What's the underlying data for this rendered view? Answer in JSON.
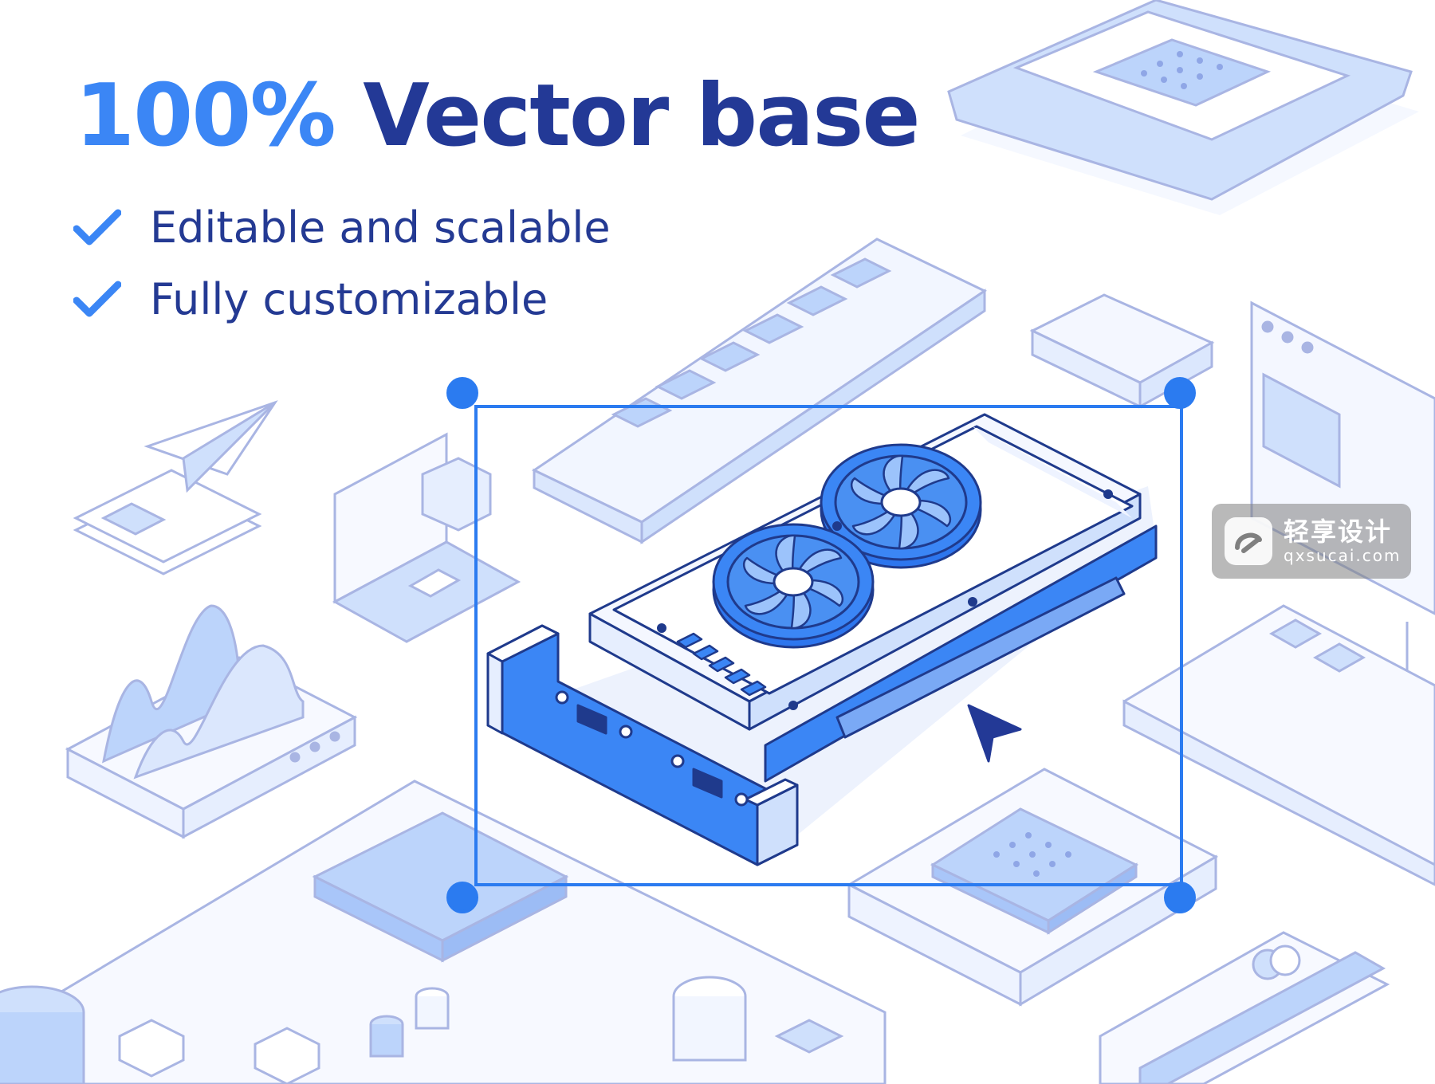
{
  "headline": {
    "accent": "100%",
    "main": "Vector base"
  },
  "features": [
    {
      "label": "Editable and scalable",
      "icon": "check-icon"
    },
    {
      "label": "Fully customizable",
      "icon": "check-icon"
    }
  ],
  "watermark": {
    "name": "轻享设计",
    "domain": "qxsucai.com"
  },
  "colors": {
    "accent": "#3b86f5",
    "navy": "#233996",
    "line": "#a3afe0",
    "fill": "#cfe0fc",
    "fill_dark": "#a9c6f9",
    "selection": "#2b7bf0"
  }
}
